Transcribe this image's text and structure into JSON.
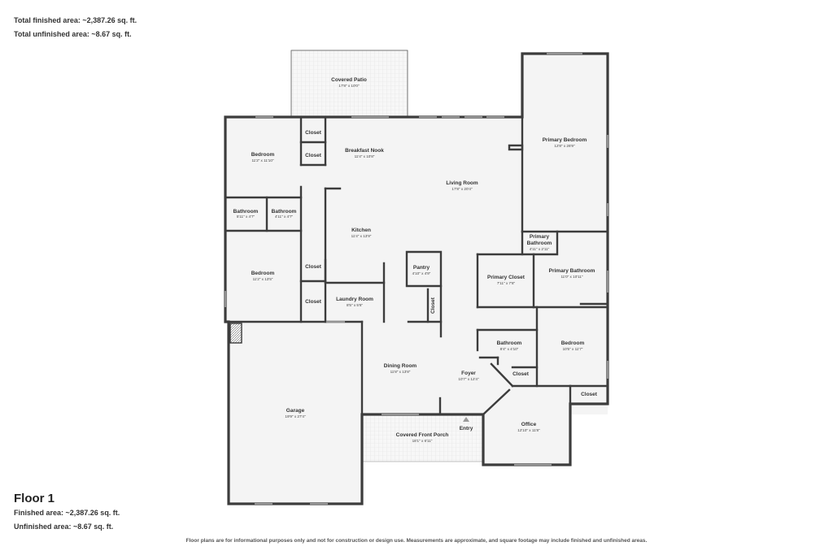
{
  "summary": {
    "total_finished": "Total finished area: ~2,387.26 sq. ft.",
    "total_unfinished": "Total unfinished area: ~8.67 sq. ft."
  },
  "floor": {
    "title": "Floor 1",
    "finished": "Finished area: ~2,387.26 sq. ft.",
    "unfinished": "Unfinished area: ~8.67 sq. ft."
  },
  "disclaimer": "Floor plans are for informational purposes only and not for construction or design use. Measurements are approximate, and square footage may include finished and unfinished areas.",
  "rooms": {
    "covered_patio": {
      "name": "Covered Patio",
      "dims": "17'8\" x 10'0\""
    },
    "bedroom_nw": {
      "name": "Bedroom",
      "dims": "11'2\" x 11'10\""
    },
    "closet_1": {
      "name": "Closet"
    },
    "closet_2": {
      "name": "Closet"
    },
    "breakfast_nook": {
      "name": "Breakfast Nook",
      "dims": "11'4\" x 10'8\""
    },
    "living_room": {
      "name": "Living Room",
      "dims": "17'8\" x 20'4\""
    },
    "primary_bedroom": {
      "name": "Primary Bedroom",
      "dims": "12'8\" x 26'9\""
    },
    "bathroom_w1": {
      "name": "Bathroom",
      "dims": "5'11\" x 4'7\""
    },
    "bathroom_w2": {
      "name": "Bathroom",
      "dims": "4'11\" x 4'7\""
    },
    "kitchen": {
      "name": "Kitchen",
      "dims": "11'4\" x 13'9\""
    },
    "primary_bathroom_small": {
      "name": "Primary\nBathroom",
      "name1": "Primary",
      "name2": "Bathroom",
      "dims": "4'11\" x 2'11\""
    },
    "primary_bathroom": {
      "name": "Primary Bathroom",
      "dims": "11'0\" x 10'11\""
    },
    "bedroom_w": {
      "name": "Bedroom",
      "dims": "11'2\" x 13'5\""
    },
    "closet_3": {
      "name": "Closet"
    },
    "pantry": {
      "name": "Pantry",
      "dims": "4'10\" x 4'9\""
    },
    "primary_closet": {
      "name": "Primary Closet",
      "dims": "7'11\" x 7'8\""
    },
    "closet_4": {
      "name": "Closet"
    },
    "laundry_room": {
      "name": "Laundry Room",
      "dims": "8'5\" x 5'6\""
    },
    "closet_5": {
      "name": "Closet"
    },
    "bathroom_e": {
      "name": "Bathroom",
      "dims": "8'4\" x 4'10\""
    },
    "bedroom_e": {
      "name": "Bedroom",
      "dims": "10'5\" x 11'7\""
    },
    "dining_room": {
      "name": "Dining Room",
      "dims": "11'8\" x 13'8\""
    },
    "foyer": {
      "name": "Foyer",
      "dims": "10'7\" x 12'4\""
    },
    "closet_6": {
      "name": "Closet"
    },
    "closet_7": {
      "name": "Closet"
    },
    "garage": {
      "name": "Garage",
      "dims": "19'9\" x 27'4\""
    },
    "office": {
      "name": "Office",
      "dims": "12'10\" x 11'8\""
    },
    "entry": {
      "name": "Entry"
    },
    "covered_front_porch": {
      "name": "Covered Front Porch",
      "dims": "18'1\" x 6'11\""
    }
  }
}
